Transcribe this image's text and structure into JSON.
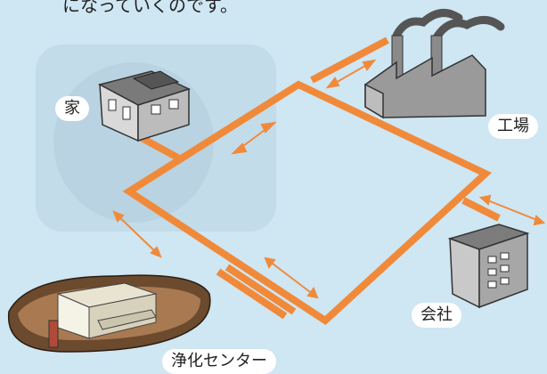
{
  "header": {
    "partial_text": "になっていくのです。"
  },
  "labels": {
    "house": "家",
    "factory": "工場",
    "company": "会社",
    "treatment_center": "浄化センター"
  },
  "colors": {
    "background": "#cfe6f3",
    "pipe": "#f08a3a",
    "building_roof": "#6f6f6f",
    "building_wall": "#9a9a9a",
    "ground": "#6b4a2e",
    "smoke": "#555555"
  }
}
